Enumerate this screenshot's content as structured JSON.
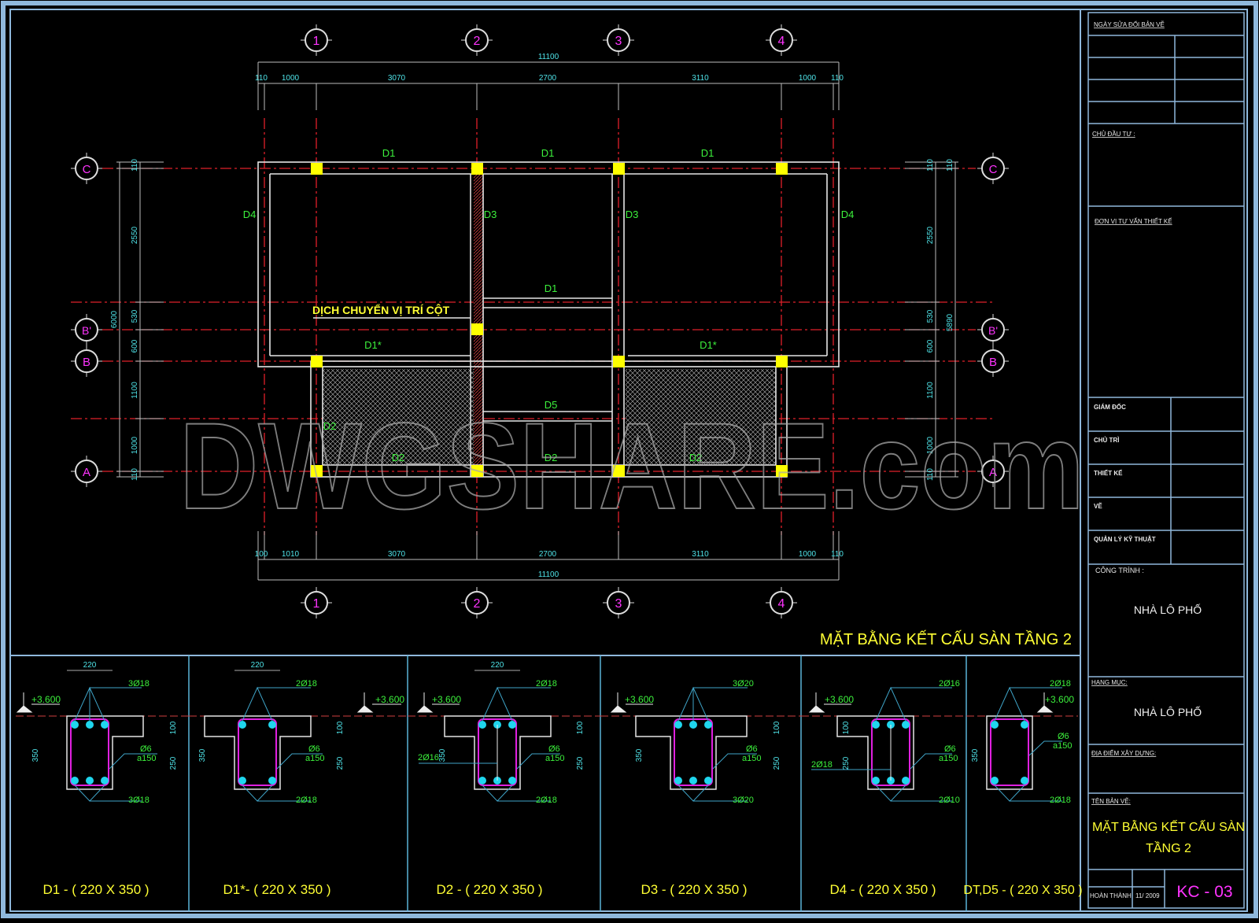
{
  "drawing": {
    "title": "MẶT BẰNG KẾT CẤU SÀN TẦNG 2",
    "note": "DỊCH CHUYỂN VỊ TRÍ CỘT",
    "watermark": "DWGSHARE.com",
    "grid_columns": [
      "1",
      "2",
      "3",
      "4"
    ],
    "grid_rows": [
      "C",
      "B'",
      "B",
      "A"
    ],
    "top_dims": {
      "total": "11100",
      "segments": [
        "110",
        "1000",
        "3070",
        "2700",
        "3110",
        "1000",
        "110"
      ]
    },
    "bottom_dims": {
      "total": "11100",
      "segments": [
        "100",
        "1010",
        "3070",
        "2700",
        "3110",
        "1000",
        "110"
      ]
    },
    "left_dims": {
      "total": "6000",
      "segments": [
        "110",
        "2550",
        "530",
        "600",
        "1100",
        "1000",
        "110"
      ]
    },
    "right_dims": {
      "total": "5890",
      "segments": [
        "110",
        "110",
        "2550",
        "530",
        "600",
        "1100",
        "1000",
        "110"
      ]
    },
    "beam_labels": {
      "top": [
        "D1",
        "D1",
        "D1"
      ],
      "left": "D4",
      "right": "D4",
      "mid1": "D3",
      "mid2": "D3",
      "inner": "D1",
      "star_left": "D1*",
      "star_right": "D1*",
      "d5": "D5",
      "d2_vertical": "D2",
      "bottom": [
        "D2",
        "D2",
        "D2"
      ]
    }
  },
  "sections": [
    {
      "caption": "D1 - ( 220 X 350 )",
      "width": "220",
      "height": "350",
      "slab": "100",
      "web": "250",
      "top_bars": "3Ø18",
      "bottom_bars": "3Ø18",
      "stirrup": "Ø6",
      "spacing": "a150",
      "level": "+3.600",
      "side_bars": ""
    },
    {
      "caption": "D1*- ( 220 X 350 )",
      "width": "220",
      "height": "350",
      "slab": "100",
      "web": "250",
      "top_bars": "2Ø18",
      "bottom_bars": "2Ø18",
      "stirrup": "Ø6",
      "spacing": "a150",
      "level": "+3.600",
      "side_bars": ""
    },
    {
      "caption": "D2 - ( 220 X 350 )",
      "width": "220",
      "height": "350",
      "slab": "100",
      "web": "250",
      "top_bars": "2Ø18",
      "bottom_bars": "2Ø18",
      "stirrup": "Ø6",
      "spacing": "a150",
      "level": "+3.600",
      "side_bars": "2Ø16"
    },
    {
      "caption": "D3 - ( 220 X 350 )",
      "width": "",
      "height": "350",
      "slab": "100",
      "web": "250",
      "top_bars": "3Ø20",
      "bottom_bars": "3Ø20",
      "stirrup": "Ø6",
      "spacing": "a150",
      "level": "+3.600",
      "side_bars": ""
    },
    {
      "caption": "D4 - ( 220 X 350 )",
      "width": "",
      "height": "250",
      "slab": "100",
      "web": "",
      "top_bars": "2Ø16",
      "bottom_bars": "2Ø10",
      "stirrup": "Ø6",
      "spacing": "a150",
      "level": "+3.600",
      "side_bars": "2Ø18"
    },
    {
      "caption": "DT,D5 - ( 220 X 350 )",
      "width": "",
      "height": "350",
      "slab": "",
      "web": "",
      "top_bars": "2Ø18",
      "bottom_bars": "2Ø18",
      "stirrup": "Ø6",
      "spacing": "a150",
      "level": "+3.600",
      "side_bars": ""
    }
  ],
  "title_block": {
    "revision_label": "NGÀY SỬA ĐỔI BẢN VẼ",
    "investor_label": "CHỦ ĐẦU TƯ :",
    "consultant_label": "ĐƠN VỊ TƯ VẤN THIẾT KẾ",
    "roles": [
      "GIÁM ĐỐC",
      "CHỦ TRÌ",
      "THIẾT KẾ",
      "VẼ",
      "QUẢN LÝ KỸ THUẬT"
    ],
    "project_label": "CÔNG TRÌNH :",
    "project_value": "NHÀ LÔ PHỐ",
    "item_label": "HẠNG MỤC:",
    "item_value": "NHÀ LÔ PHỐ",
    "location_label": "ĐỊA ĐIỂM XÂY DỰNG:",
    "drawing_name_label": "TÊN BẢN VẼ:",
    "drawing_name_line1": "MẶT BẰNG KẾT CẤU SÀN",
    "drawing_name_line2": "TẦNG 2",
    "completed_label": "HOÀN THÀNH",
    "completed_date": "11/ 2009",
    "sheet_number": "KC - 03"
  },
  "colors": {
    "frame": "#8fb8dc",
    "grid_axis": "#e0202a",
    "column": "#ffff00",
    "bubble_text": "#ff33ff",
    "dimension": "#4fe3e8",
    "beam_label": "#3cf03c",
    "title": "#ffff33",
    "stirrup": "#e020e0",
    "rebar": "#1fd6ee"
  }
}
